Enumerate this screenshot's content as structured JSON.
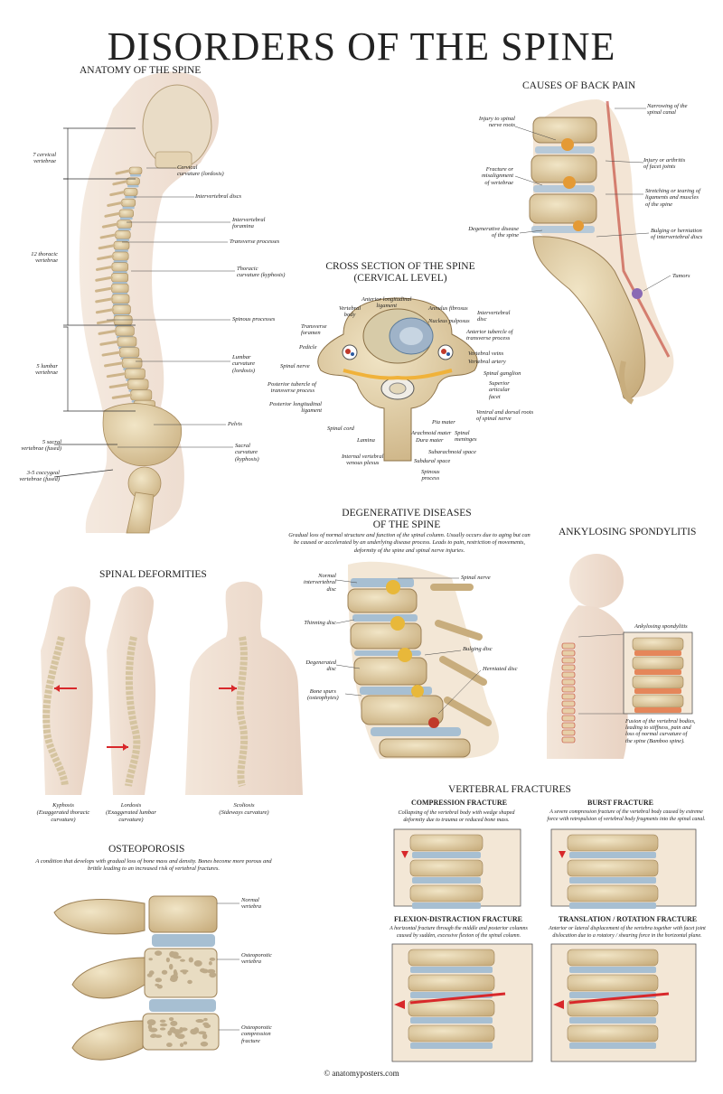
{
  "title": "DISORDERS OF THE SPINE",
  "anatomy": {
    "heading": "ANATOMY OF THE SPINE",
    "left_labels": [
      "7 cervical\nvertebrae",
      "12 thoracic\nvertebrae",
      "5 lumbar\nvertebrae",
      "5 sacral\nvertebrae (fused)",
      "3-5 coccygeal\nvertebrae (fused)"
    ],
    "right_labels": [
      "Cervical\ncurvature (lordosis)",
      "Intervertebral discs",
      "Intervertebral\nforamina",
      "Transverse processes",
      "Thoracic\ncurvature (kyphosis)",
      "Spinous processes",
      "Lumbar\ncurvature\n(lordosis)",
      "Pelvis",
      "Sacral\ncurvature\n(kyphosis)"
    ]
  },
  "causes": {
    "heading": "CAUSES OF BACK PAIN",
    "left_labels": [
      "Injury to spinal\nnerve roots",
      "Fracture or\nmisalignment\nof vertebrae",
      "Degenerative disease\nof the spine"
    ],
    "right_labels": [
      "Narrowing of the\nspinal canal",
      "Injury or arthritis\nof facet joints",
      "Stretching or tearing of\nligaments and muscles\nof the spine",
      "Bulging or herniation\nof intervertebral discs",
      "Tumors"
    ]
  },
  "cross_section": {
    "heading": "CROSS SECTION OF THE SPINE",
    "subheading": "(CERVICAL LEVEL)",
    "labels": {
      "vertebral_body": "Vertebral\nbody",
      "anterior_ligament": "Anterior longitudinal\nligament",
      "annulus": "Annulus fibrosus",
      "nucleus": "Nucleus pulposus",
      "iv_disc": "Intervertebral\ndisc",
      "transverse_foramen": "Transverse\nforamen",
      "pedicle": "Pedicle",
      "spinal_nerve": "Spinal nerve",
      "posterior_tubercle": "Posterior tubercle of\ntransverse process",
      "posterior_ligament": "Posterior longitudinal\nligament",
      "anterior_tubercle": "Anterior tubercle of\ntransverse process",
      "vertebral_veins": "Vertebral veins",
      "vertebral_artery": "Vertebral artery",
      "spinal_ganglion": "Spinal ganglion",
      "superior_facet": "Superior\narticular\nfacet",
      "roots": "Ventral and dorsal roots\nof spinal nerve",
      "pia": "Pia mater",
      "arachnoid": "Arachnoid mater",
      "dura": "Dura mater",
      "meninges": "Spinal\nmeninges",
      "subarachnoid": "Subarachnoid space",
      "subdural": "Subdural space",
      "spinous": "Spinous\nprocess",
      "spinal_cord": "Spinal cord",
      "lamina": "Lamina",
      "venous_plexus": "Internal vertebral\nvenous plexus"
    }
  },
  "degenerative": {
    "heading": "DEGENERATIVE DISEASES\nOF THE SPINE",
    "description": "Gradual loss of normal structure and function of the spinal column. Usually occurs due to aging but can be caused or accelerated by an underlying disease process. Leads to pain, restriction of movements, deformity of the spine and spinal nerve injuries.",
    "labels": [
      "Normal\nintervertebral\ndisc",
      "Thinning disc",
      "Degenerated\ndisc",
      "Bone spurs\n(osteophytes)",
      "Spinal nerve",
      "Bulging disc",
      "Herniated disc"
    ]
  },
  "ankylosing": {
    "heading": "ANKYLOSING SPONDYLITIS",
    "inset_label": "Ankylosing spondylitis",
    "caption": "Fusion of the vertebral bodies,\nleading to stiffness, pain and\nloss of normal curvature of\nthe spine (Bamboo spine)."
  },
  "deformities": {
    "heading": "SPINAL DEFORMITIES",
    "items": [
      {
        "name": "Kyphosis",
        "note": "(Exaggerated thoracic\ncurvature)"
      },
      {
        "name": "Lordosis",
        "note": "(Exaggerated lumbar\ncurvature)"
      },
      {
        "name": "Scoliosis",
        "note": "(Sideways curvature)"
      }
    ],
    "arrow_color": "#d8282b"
  },
  "osteoporosis": {
    "heading": "OSTEOPOROSIS",
    "description": "A condition that develops with gradual loss of bone mass and density. Bones become more porous and brittle leading to an increased risk of vertebral fractures.",
    "labels": [
      "Normal\nvertebra",
      "Osteoporotic\nvertebra",
      "Osteoporotic\ncompression\nfracture"
    ]
  },
  "fractures": {
    "heading": "VERTEBRAL FRACTURES",
    "items": [
      {
        "title": "COMPRESSION FRACTURE",
        "desc": "Collapsing of the vertebral body with wedge shaped\ndeformity due to trauma or reduced bone mass."
      },
      {
        "title": "BURST FRACTURE",
        "desc": "A severe compression fracture of the vertebral body caused by extreme\nforce with retropulsion of vertebral body fragments into the spinal canal."
      },
      {
        "title": "FLEXION-DISTRACTION FRACTURE",
        "desc": "A horizontal fracture through the middle and posterior columns\ncaused by sudden, excessive flexion of the spinal column."
      },
      {
        "title": "TRANSLATION / ROTATION FRACTURE",
        "desc": "Anterior or lateral displacement of the vertebra together with facet joint\ndislocation due to a rotatory / shearing force in the horizontal plane."
      }
    ]
  },
  "footer": "© anatomyposters.com"
}
